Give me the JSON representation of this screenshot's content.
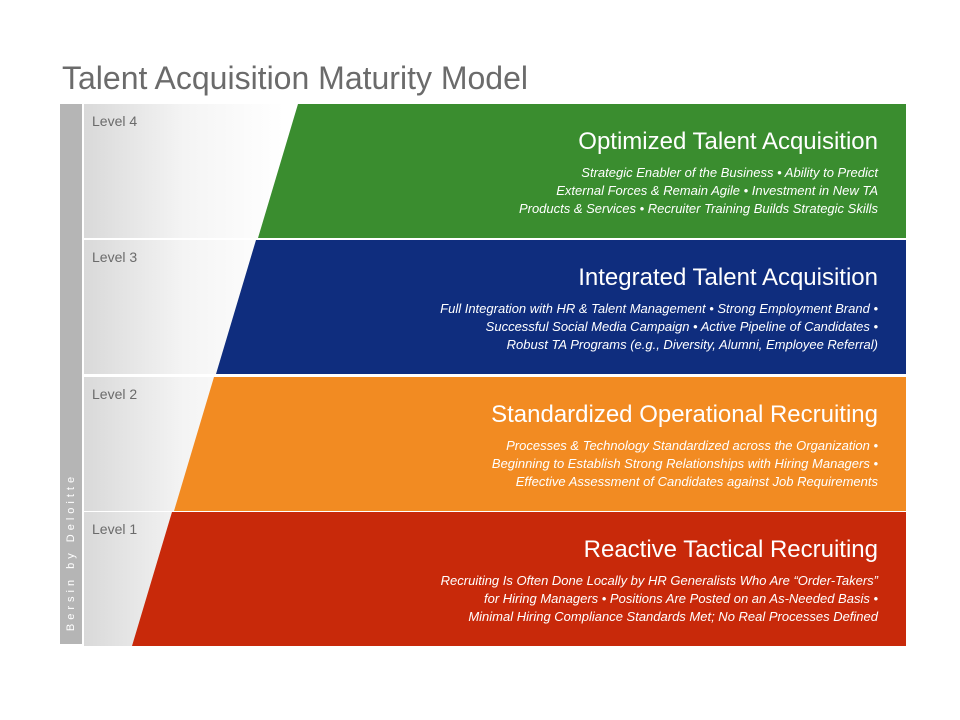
{
  "title": "Talent Acquisition Maturity Model",
  "side_label": "Bersin by Deloitte",
  "levels": [
    {
      "label": "Level 4",
      "heading": "Optimized Talent Acquisition",
      "lines": [
        "Strategic Enabler of the Business • Ability to Predict",
        "External Forces & Remain Agile • Investment in New TA",
        "Products & Services • Recruiter Training Builds Strategic Skills"
      ],
      "color": "#3a8d2f"
    },
    {
      "label": "Level 3",
      "heading": "Integrated Talent Acquisition",
      "lines": [
        "Full Integration with HR & Talent Management • Strong Employment Brand •",
        "Successful Social Media Campaign • Active Pipeline of Candidates •",
        "Robust TA Programs (e.g., Diversity, Alumni, Employee Referral)"
      ],
      "color": "#0f2d7e"
    },
    {
      "label": "Level 2",
      "heading": "Standardized Operational Recruiting",
      "lines": [
        "Processes & Technology Standardized across the Organization •",
        "Beginning to Establish Strong Relationships with Hiring Managers •",
        "Effective Assessment of Candidates against Job Requirements"
      ],
      "color": "#f28b22"
    },
    {
      "label": "Level 1",
      "heading": "Reactive Tactical Recruiting",
      "lines": [
        "Recruiting Is Often Done Locally by HR Generalists Who Are “Order-Takers”",
        "for Hiring Managers • Positions Are Posted on an As-Needed Basis •",
        "Minimal Hiring Compliance Standards Met; No Real Processes Defined"
      ],
      "color": "#c8290a"
    }
  ]
}
